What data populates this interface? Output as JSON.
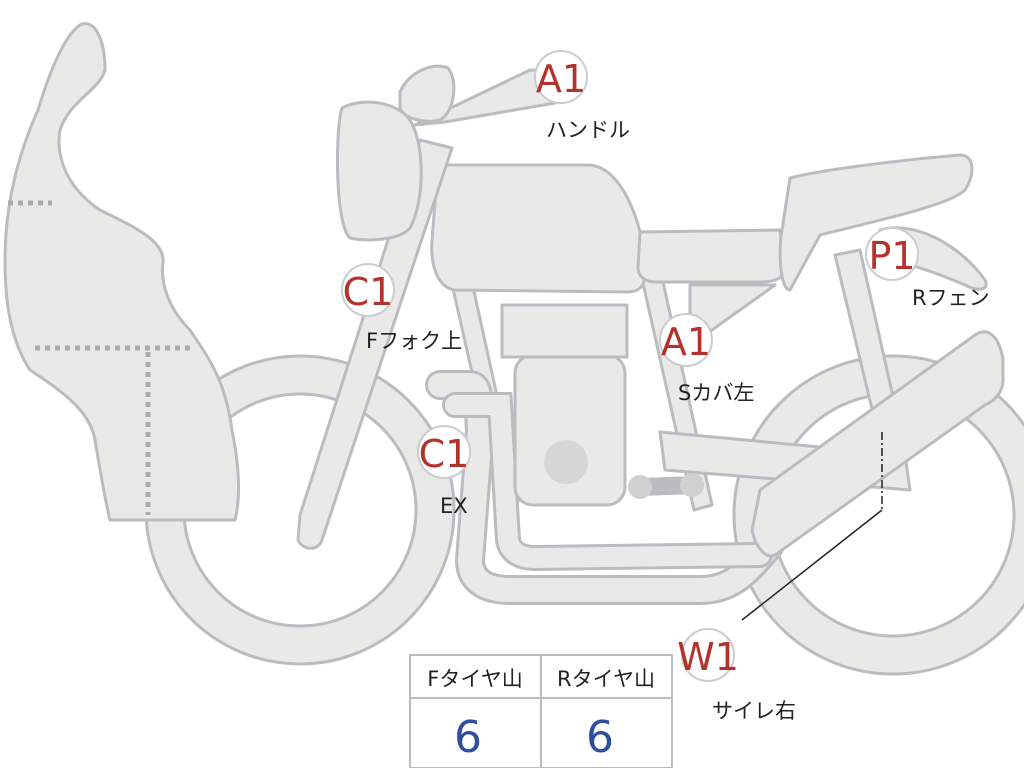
{
  "markers": [
    {
      "code": "A1",
      "label": "ハンドル"
    },
    {
      "code": "C1",
      "label": "Fフォク上"
    },
    {
      "code": "A1",
      "label": "Sカバ左"
    },
    {
      "code": "C1",
      "label": "EX"
    },
    {
      "code": "P1",
      "label": "Rフェン"
    },
    {
      "code": "W1",
      "label": "サイレ右"
    }
  ],
  "tread_table": {
    "headers": [
      "Fタイヤ山",
      "Rタイヤ山"
    ],
    "values": [
      "6",
      "6"
    ]
  },
  "colors": {
    "marker_code": "#b3322b",
    "table_value": "#2f4f9e",
    "body_fill": "#e9e9e7",
    "outline": "#b9bcc0"
  }
}
